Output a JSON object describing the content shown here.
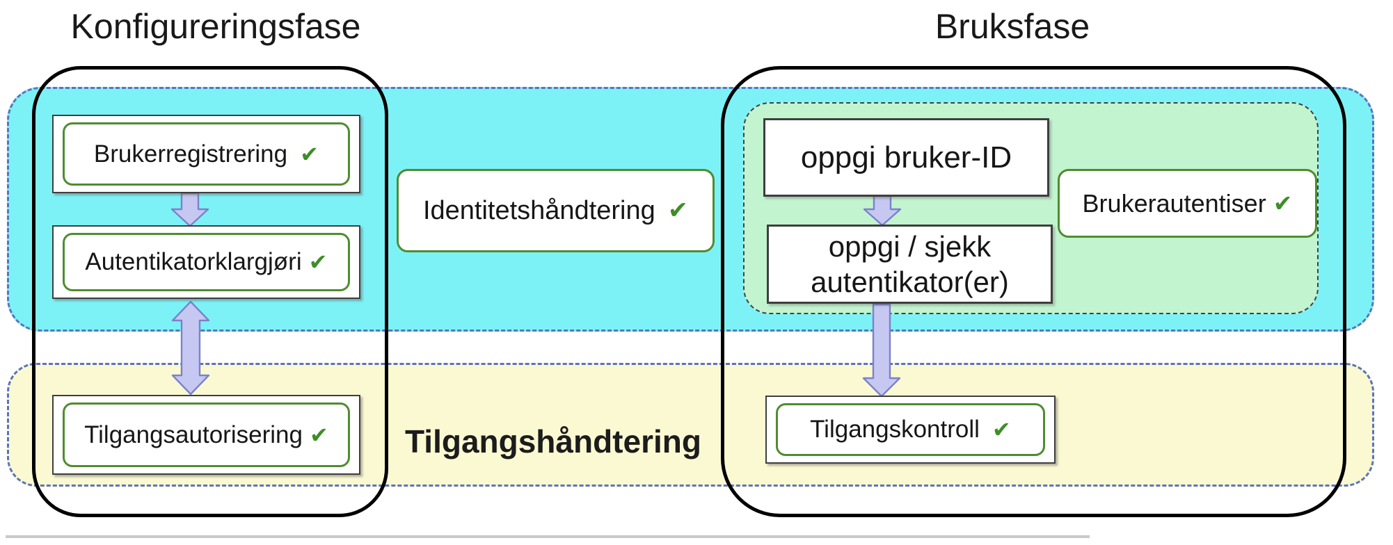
{
  "titles": {
    "config_phase": "Konfigureringsfase",
    "usage_phase": "Bruksfase"
  },
  "zones": {
    "identity_label": "Identitetshåndtering",
    "access_label": "Tilgangshåndtering"
  },
  "config_phase": {
    "step1_label": "Brukerregistrering",
    "step2_label": "Autentikatorklargjøri",
    "step3_label": "Tilgangsautorisering"
  },
  "usage_phase": {
    "step1_label": "oppgi bruker-ID",
    "step2_label": "oppgi / sjekk autentikator(er)",
    "auth_label": "Brukerautentiser",
    "step3_label": "Tilgangskontroll"
  },
  "icons": {
    "check": "✔"
  },
  "colors": {
    "cyan": "#7df2f6",
    "yellow": "#fbf9d2",
    "mint": "#c2f4cf",
    "band_dash": "#5b74bd",
    "zone_dash": "#39434d",
    "green_border": "#4f8c30",
    "check_green": "#3e8e27",
    "dark_border": "#3e3e3e",
    "arrow_fill": "#c6c8f2",
    "arrow_stroke": "#7b82cb",
    "rule_gray": "#c9c9c9"
  }
}
